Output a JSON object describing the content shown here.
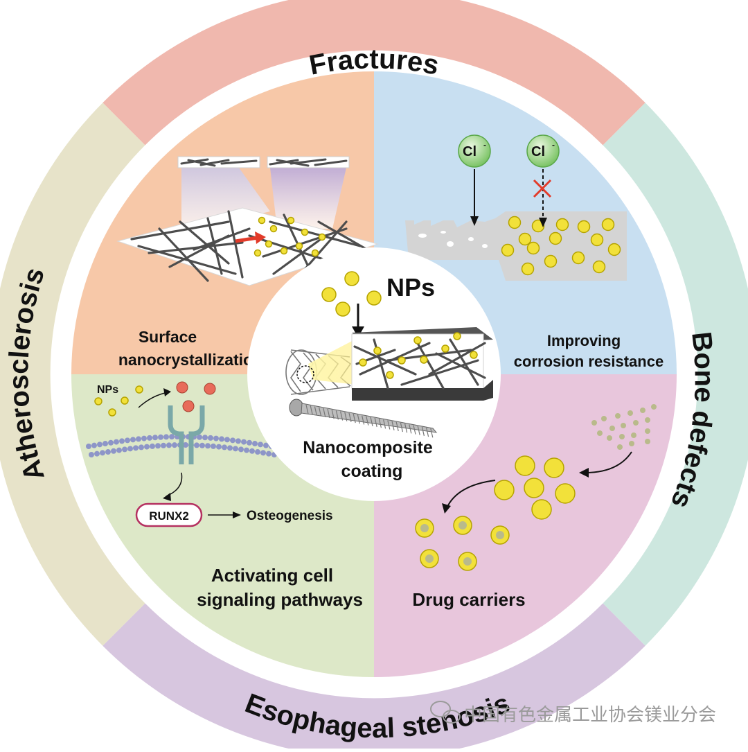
{
  "outer_ring": {
    "top": {
      "label": "Fractures",
      "color": "#f0b8ae"
    },
    "right": {
      "label": "Bone defects",
      "color": "#cde7df"
    },
    "bottom": {
      "label": "Esophageal stenosis",
      "color": "#d7c6df"
    },
    "left": {
      "label": "Atherosclerosis",
      "color": "#e7e3c9"
    }
  },
  "quadrants": {
    "top_left": {
      "color": "#f7c8a8",
      "label_line1": "Surface",
      "label_line2": "nanocrystallization"
    },
    "top_right": {
      "color": "#c8dff1",
      "label_line1": "Improving",
      "label_line2": "corrosion resistance",
      "ion_label": "Cl"
    },
    "bottom_left": {
      "color": "#dde8c8",
      "label_line1": "Activating cell",
      "label_line2": "signaling pathways",
      "nps_label": "NPs",
      "runx2_label": "RUNX2",
      "osteogenesis_label": "Osteogenesis"
    },
    "bottom_right": {
      "color": "#e8c6dc",
      "label_line1": "Drug carriers"
    }
  },
  "center": {
    "nps_label": "NPs",
    "label_line1": "Nanocomposite",
    "label_line2": "coating"
  },
  "watermark": {
    "text": "中国有色金属工业协会镁业分会"
  },
  "colors": {
    "np_yellow": "#f2e13a",
    "np_outline": "#b5a300",
    "fiber": "#4d4d4d",
    "signal_red": "#e86b5a",
    "ion_green": "#8fcf7a"
  }
}
